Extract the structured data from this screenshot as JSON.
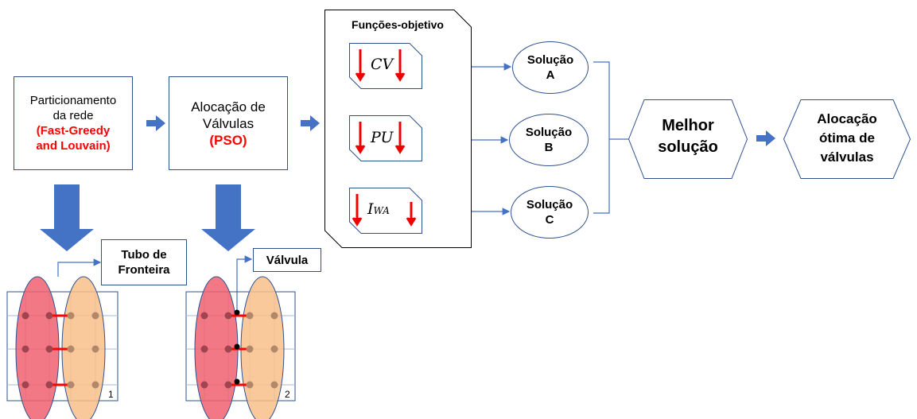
{
  "partition": {
    "line1": "Particionamento",
    "line2": "da rede",
    "method_line1": "(Fast-Greedy",
    "method_line2": "and Louvain)"
  },
  "allocation": {
    "line1": "Alocação de",
    "line2": "Válvulas",
    "method": "(PSO)"
  },
  "objectives": {
    "title": "Funções-objetivo",
    "items": [
      {
        "label": "CV",
        "sub": ""
      },
      {
        "label": "PU",
        "sub": ""
      },
      {
        "label": "I",
        "sub": "WA"
      }
    ]
  },
  "solutions": [
    {
      "line1": "Solução",
      "line2": "A"
    },
    {
      "line1": "Solução",
      "line2": "B"
    },
    {
      "line1": "Solução",
      "line2": "C"
    }
  ],
  "best": {
    "line1": "Melhor",
    "line2": "solução"
  },
  "optimal": {
    "line1": "Alocação",
    "line2": "ótima de",
    "line3": "válvulas"
  },
  "callouts": {
    "boundary_line1": "Tubo de",
    "boundary_line2": "Fronteira",
    "valve": "Válvula"
  },
  "panel_numbers": {
    "first": "1",
    "second": "2"
  },
  "colors": {
    "border": "#2f528f",
    "arrow": "#4472c4",
    "highlight": "#ff0000",
    "cluster_red": "#f06070",
    "cluster_orange": "#f8c08a"
  }
}
